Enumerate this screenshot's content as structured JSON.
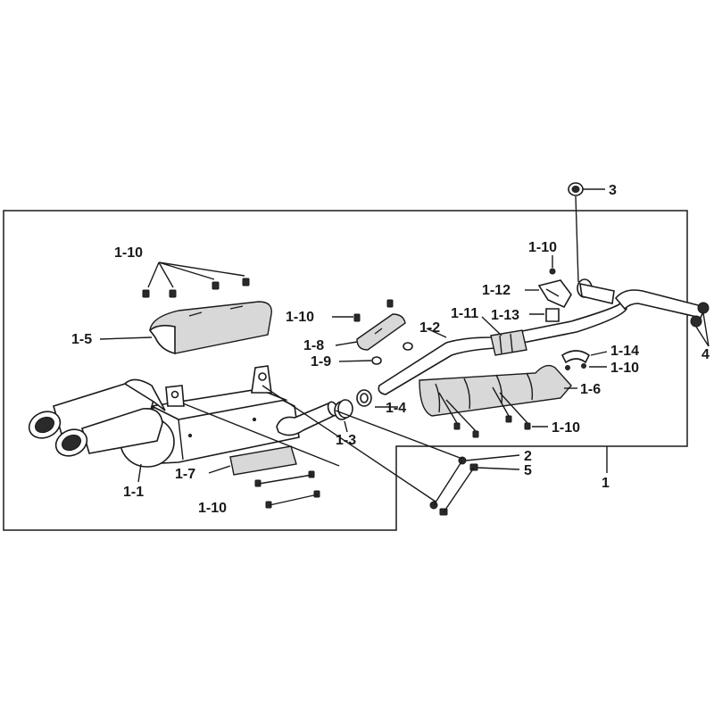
{
  "labels": {
    "l_1_10_a": "1-10",
    "l_1_5": "1-5",
    "l_1_10_b": "1-10",
    "l_1_8": "1-8",
    "l_1_9": "1-9",
    "l_1_2": "1-2",
    "l_1_11": "1-11",
    "l_1_13": "1-13",
    "l_1_12": "1-12",
    "l_1_10_c": "1-10",
    "l_3": "3",
    "l_4": "4",
    "l_1_14": "1-14",
    "l_1_10_d": "1-10",
    "l_1_6": "1-6",
    "l_1_4": "1-4",
    "l_1_3": "1-3",
    "l_1_10_e": "1-10",
    "l_2": "2",
    "l_5": "5",
    "l_1": "1",
    "l_1_7": "1-7",
    "l_1_1": "1-1",
    "l_1_10_f": "1-10"
  },
  "icons": {
    "bolt": "bolt-icon",
    "nut": "nut-icon"
  }
}
